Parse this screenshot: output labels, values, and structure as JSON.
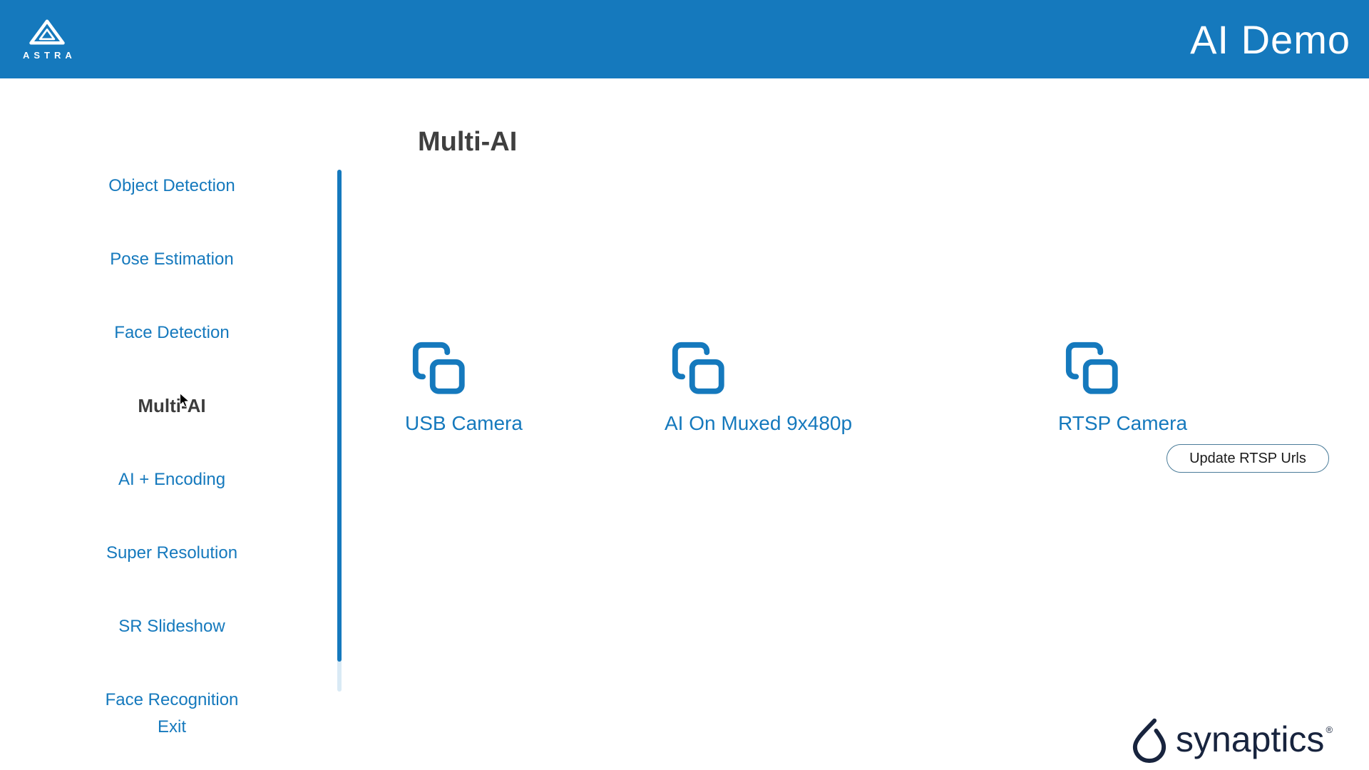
{
  "header": {
    "logo_text": "ASTRA",
    "title": "AI Demo"
  },
  "page": {
    "title": "Multi-AI"
  },
  "sidebar": {
    "items": [
      {
        "label": "Object Detection",
        "selected": false
      },
      {
        "label": "Pose Estimation",
        "selected": false
      },
      {
        "label": "Face Detection",
        "selected": false
      },
      {
        "label": "Multi-AI",
        "selected": true
      },
      {
        "label": "AI + Encoding",
        "selected": false
      },
      {
        "label": "Super Resolution",
        "selected": false
      },
      {
        "label": "SR Slideshow",
        "selected": false
      },
      {
        "label": "Face Recognition",
        "selected": false
      },
      {
        "label": "Exit",
        "selected": false
      }
    ]
  },
  "main": {
    "options": [
      {
        "label": "USB Camera"
      },
      {
        "label": "AI On Muxed 9x480p"
      },
      {
        "label": "RTSP Camera",
        "button_label": "Update RTSP Urls"
      }
    ]
  },
  "footer": {
    "brand": "synaptics",
    "registered": "®"
  },
  "colors": {
    "accent": "#1579bd",
    "header_bg": "#1579bd",
    "selected": "#3c3c3c",
    "brand": "#18243e"
  }
}
